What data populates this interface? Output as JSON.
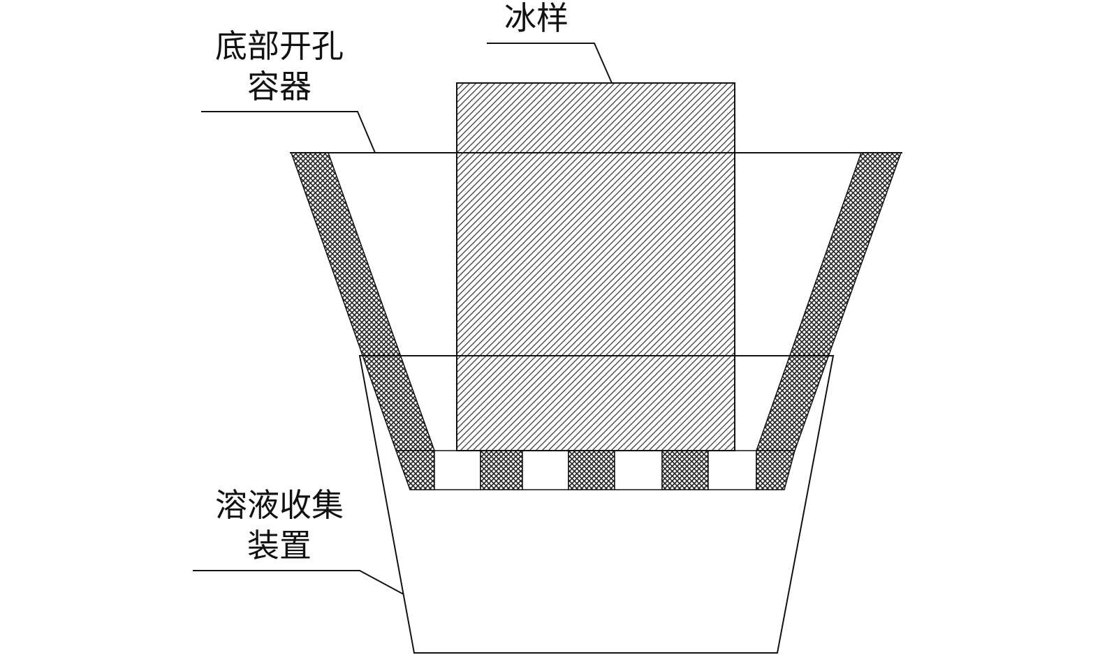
{
  "labels": {
    "ice_sample": "冰样",
    "container_line1": "底部开孔",
    "container_line2": "容器",
    "collector_line1": "溶液收集",
    "collector_line2": "装置"
  }
}
